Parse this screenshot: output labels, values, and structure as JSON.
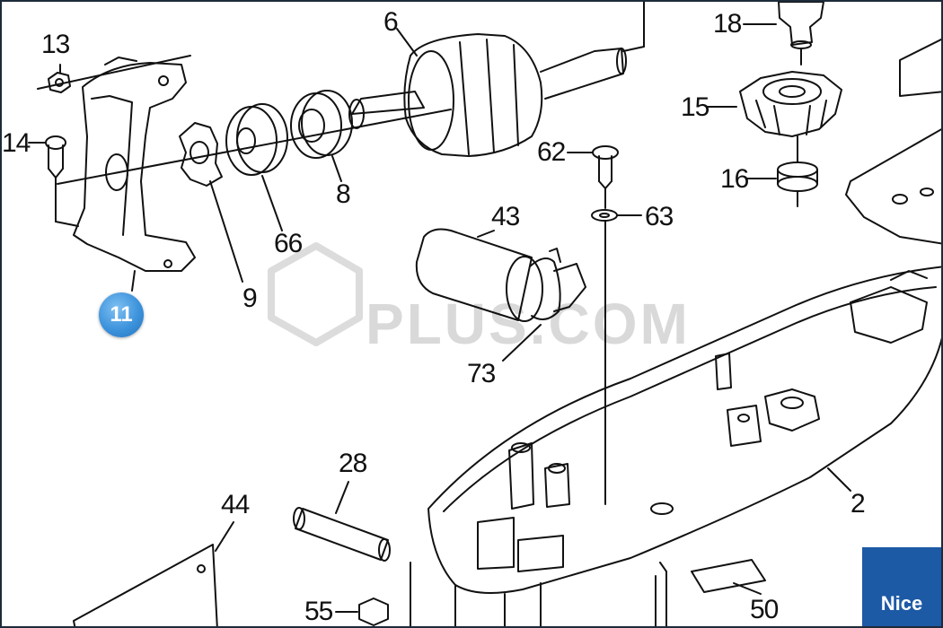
{
  "diagram": {
    "labels": {
      "p2": "2",
      "p6": "6",
      "p8": "8",
      "p9": "9",
      "p13": "13",
      "p14": "14",
      "p15": "15",
      "p16": "16",
      "p18": "18",
      "p28": "28",
      "p43": "43",
      "p44": "44",
      "p50": "50",
      "p55": "55",
      "p62": "62",
      "p63": "63",
      "p66": "66",
      "p73": "73"
    },
    "highlight_badge": "11",
    "watermark": "PLUS.COM",
    "brand_logo": "Nice",
    "colors": {
      "badge": "#3d93dc",
      "brand": "#1d5aa5",
      "line": "#111111"
    }
  }
}
